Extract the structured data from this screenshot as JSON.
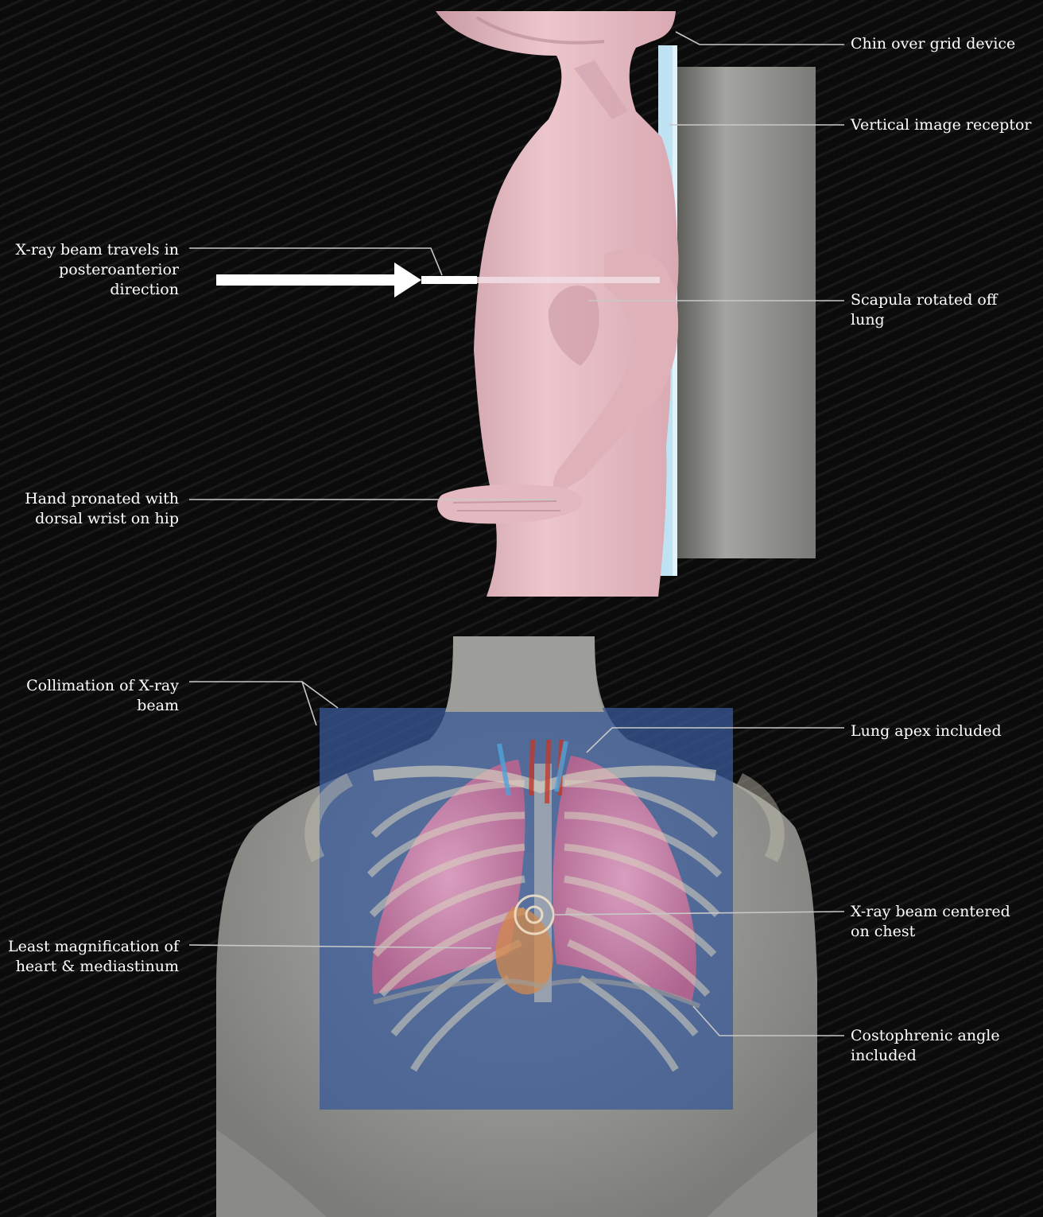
{
  "labels": {
    "chin_over_grid": [
      "Chin over grid device"
    ],
    "vertical_receptor": [
      "Vertical image receptor"
    ],
    "beam_direction": [
      "X-ray beam travels in",
      "posteroanterior",
      "direction"
    ],
    "scapula_rotated": [
      "Scapula rotated off",
      "lung"
    ],
    "hand_pronated": [
      "Hand pronated with",
      "dorsal wrist on hip"
    ],
    "collimation": [
      "Collimation of X-ray",
      "beam"
    ],
    "lung_apex": [
      "Lung apex included"
    ],
    "beam_centered": [
      "X-ray beam centered",
      "on chest"
    ],
    "least_magnification": [
      "Least magnification of",
      "heart & mediastinum"
    ],
    "costophrenic": [
      "Costophrenic angle",
      "included"
    ]
  },
  "colors": {
    "background": "#0e0e0e",
    "skin": "#e6b9c0",
    "receptor_panel": "#8a8a86",
    "receptor_edge": "#bfe3f2",
    "collimation_field": "#3a5a98",
    "torso_gray": "#9a9a96",
    "lung_pink": "#d27aa6",
    "leader_line": "#c8c8c8"
  }
}
